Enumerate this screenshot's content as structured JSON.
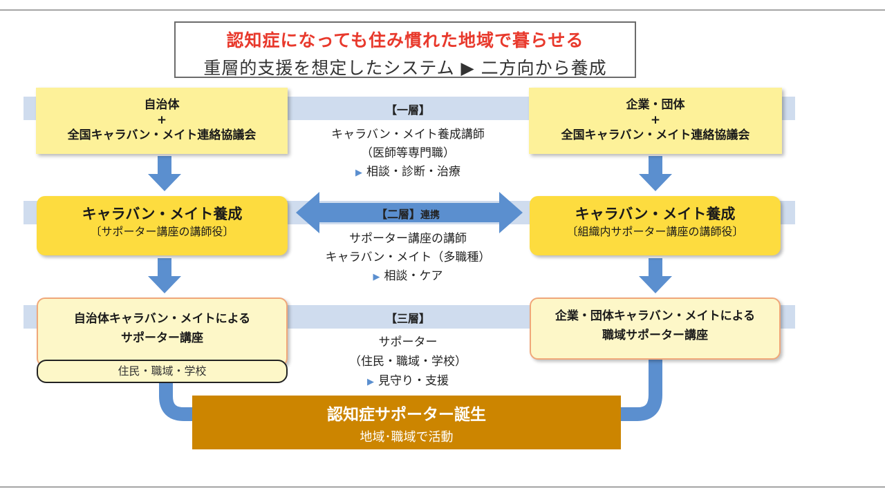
{
  "title": {
    "line1": "認知症になっても住み慣れた地域で暮らせる",
    "line2": "重層的支援を想定したシステム ▶ 二方向から養成"
  },
  "left": {
    "top": [
      "自治体",
      "+",
      "全国キャラバン・メイト連絡協議会"
    ],
    "mid": [
      "キャラバン・メイト養成",
      "〔サポーター講座の講師役〕"
    ],
    "low": [
      "自治体キャラバン・メイトによる",
      "サポーター講座"
    ],
    "pill": "住民・職域・学校"
  },
  "right": {
    "top": [
      "企業・団体",
      "+",
      "全国キャラバン・メイト連絡協議会"
    ],
    "mid": [
      "キャラバン・メイト養成",
      "〔組織内サポーター講座の講師役〕"
    ],
    "low": [
      "企業・団体キャラバン・メイトによる",
      "職域サポーター講座"
    ]
  },
  "layers": [
    {
      "label": "【一層】",
      "extra": "",
      "lines": [
        "キャラバン・メイト養成講師",
        "（医師等専門職）"
      ],
      "action": "相談・診断・治療"
    },
    {
      "label": "【二層】",
      "extra": "連携",
      "lines": [
        "サポーター講座の講師",
        "キャラバン・メイト（多職種）"
      ],
      "action": "相談・ケア"
    },
    {
      "label": "【三層】",
      "extra": "",
      "lines": [
        "サポーター",
        "（住民・職域・学校）"
      ],
      "action": "見守り・支援"
    }
  ],
  "result": {
    "line1": "認知症サポーター誕生",
    "line2": "地域･職域で活動"
  },
  "colors": {
    "band": "#cfdcee",
    "arrow": "#5b8fcf",
    "result": "#cc8500",
    "title_red": "#e8392c"
  }
}
